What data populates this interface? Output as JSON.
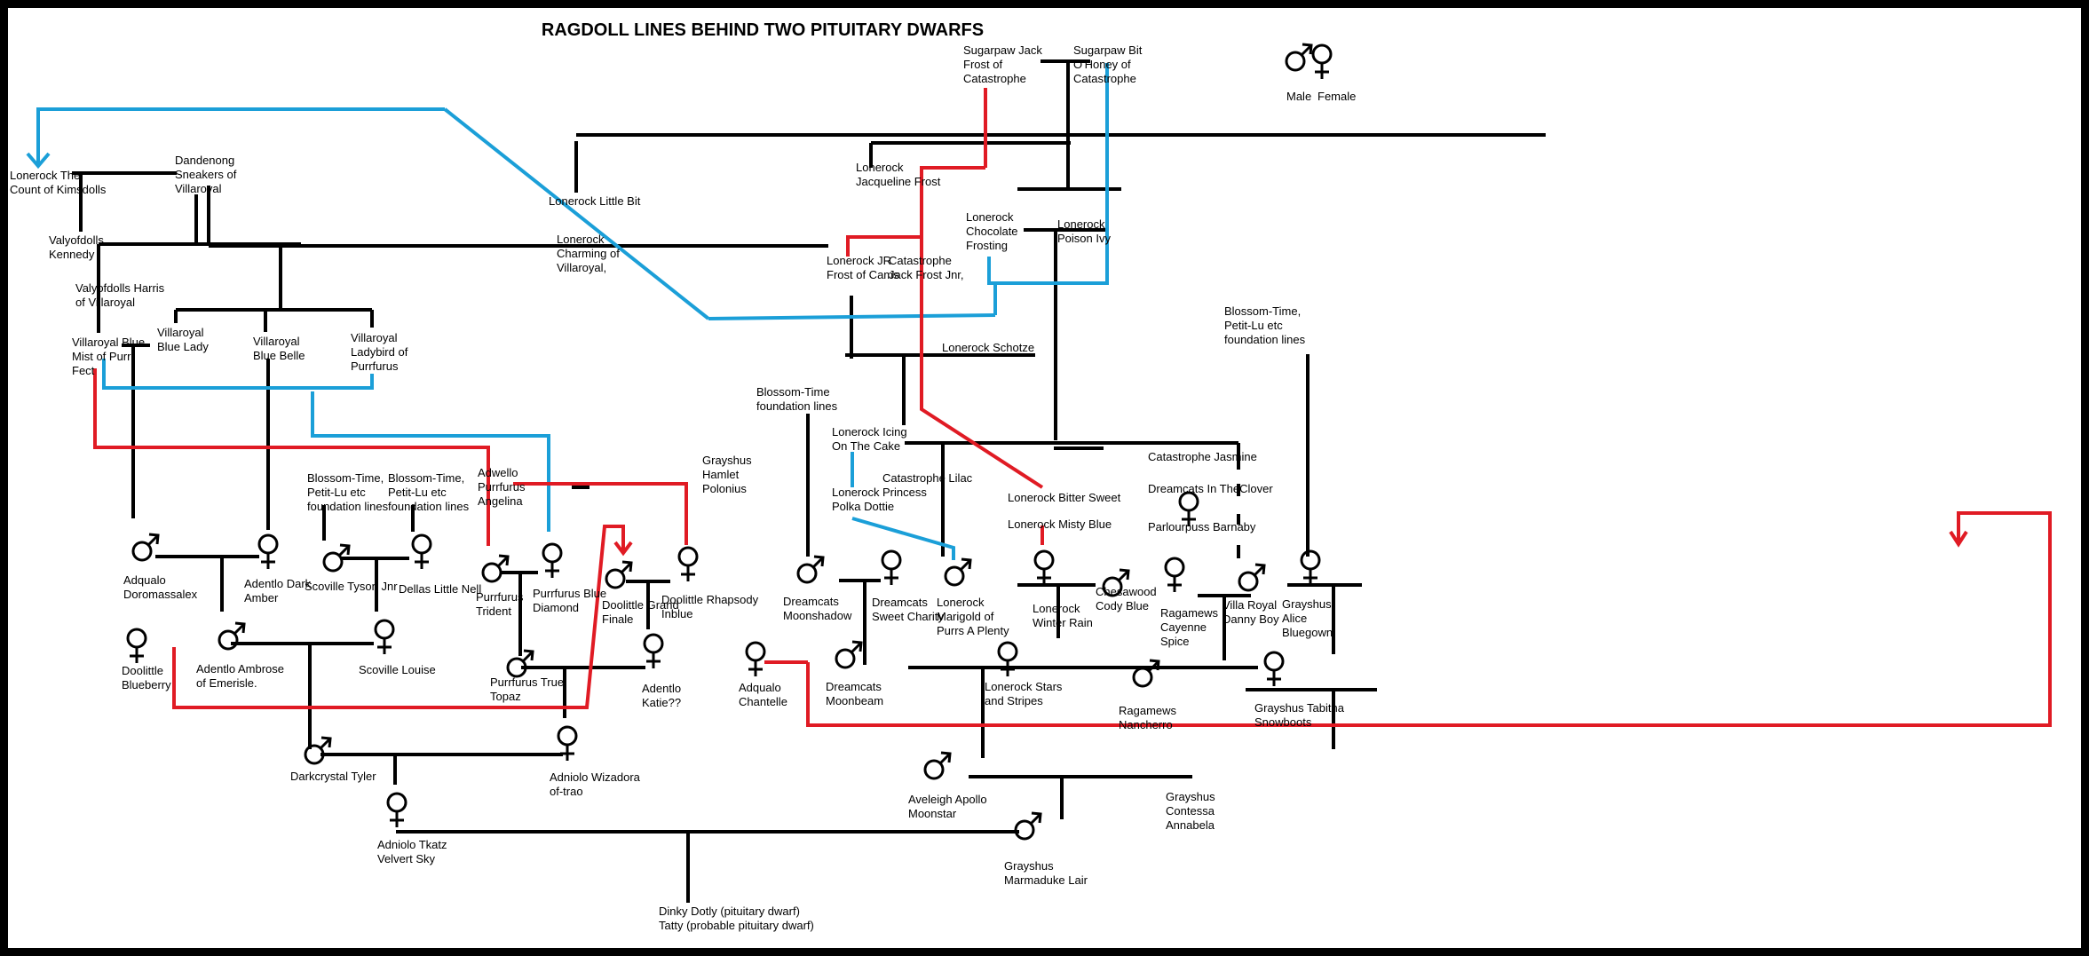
{
  "title": "RAGDOLL LINES BEHIND TWO PITUITARY DWARFS",
  "legend": {
    "male": "Male",
    "female": "Female"
  },
  "colors": {
    "black": "#000000",
    "red": "#e01b24",
    "blue": "#1b9fd8"
  },
  "labels": {
    "lonerock_count": "Lonerock The\nCount of Kimsdolls",
    "dandenong": "Dandenong\nSneakers of\nVillaroyal",
    "valyofdolls_kennedy": "Valyofdolls\nKennedy",
    "valyofdolls_harris": "Valyofdolls Harris\nof Villaroyal",
    "villaroyal_blue_mist": "Villaroyal Blue\nMist of Purr-\nFect",
    "villaroyal_blue_lady": "Villaroyal\nBlue Lady",
    "villaroyal_blue_belle": "Villaroyal\nBlue Belle",
    "villaroyal_ladybird": "Villaroyal\nLadybird of\nPurrfurus",
    "lonerock_little_bit": "Lonerock Little Bit",
    "lonerock_charming": "Lonerock\nCharming of\nVillaroyal,",
    "sugarpaw_jack": "Sugarpaw Jack\nFrost of\nCatastrophe",
    "sugarpaw_bit": "Sugarpaw Bit\nO'Honey of\nCatastrophe",
    "lonerock_jacqueline": "Lonerock\nJacqueline Frost",
    "lonerock_chocolate": "Lonerock\nChocolate\nFrosting",
    "lonerock_poison": "Lonerock\nPoison Ivy",
    "lonerock_jr": "Lonerock JR\nFrost of Cams",
    "catastrophe_jack_jnr": "Catastrophe\nJack Frost Jnr,",
    "lonerock_schotze": "Lonerock Schotze",
    "blossom_right": "Blossom-Time,\nPetit-Lu etc\nfoundation lines",
    "blossom_foundation": "Blossom-Time\nfoundation lines",
    "lonerock_icing": "Lonerock Icing\nOn The Cake",
    "catastrophe_lilac": "Catastrophe Lilac\nPrincess",
    "lonerock_polka": "Lonerock\nPolka Dottie",
    "lonerock_bitter": "Lonerock Bitter Sweet",
    "lonerock_misty": "Lonerock Misty Blue",
    "catastrophe_jasmine": "Catastrophe Jasmine",
    "dreamcats_clover": "Dreamcats In TheClover",
    "parlourpuss": "Parlourpuss Barnaby",
    "grayshus_hamlet": "Grayshus\nHamlet\nPolonius",
    "adwello_angelina": "Adwello\nPurrfurus\nAngelina",
    "blossom_mid1": "Blossom-Time,\nPetit-Lu etc\nfoundation lines",
    "blossom_mid2": "Blossom-Time,\nPetit-Lu etc\nfoundation lines",
    "adqualo_doromassalex": "Adqualo\nDoromassalex",
    "adentlo_dark_amber": "Adentlo Dark\nAmber",
    "scoville_tyson": "Scoville Tyson Jnr",
    "dellas_little_nell": "Dellas Little Nell",
    "purrfurus_trident": "Purrfurus\nTrident",
    "purrfurus_blue_diamond": "Purrfurus Blue\nDiamond",
    "doolittle_grand": "Doolittle Grand\nFinale",
    "doolittle_rhapsody": "Doolittle Rhapsody\nInblue",
    "doolittle_blueberry": "Doolittle\nBlueberry",
    "adentlo_ambrose": "Adentlo Ambrose\nof Emerisle.",
    "scoville_louise": "Scoville Louise",
    "purrfurus_topaz": "Purrfurus True\nTopaz",
    "adentlo_katie": "Adentlo\nKatie??",
    "darkcrystal_tyler": "Darkcrystal Tyler",
    "adniolo_wizadora": "Adniolo Wizadora\nof-trao",
    "adniolo_tkatz": "Adniolo Tkatz\nVelvert Sky",
    "dinky_dotly": "Dinky Dotly (pituitary dwarf)\nTatty (probable pituitary dwarf)",
    "dreamcats_moonshadow": "Dreamcats\nMoonshadow",
    "dreamcats_sweet_charity": "Dreamcats\nSweet Charity",
    "lonerock_marigold": "Lonerock\nMarigold of\nPurrs A Plenty",
    "lonerock_winter_rain": "Lonerock\nWinter Rain",
    "adqualo_chantelle": "Adqualo\nChantelle",
    "dreamcats_moonbeam": "Dreamcats\nMoonbeam",
    "lonerock_stars": "Lonerock Stars\nand Stripes",
    "chesawood_cody": "Chesawood\nCody Blue",
    "ragamews_cayenne": "Ragamews\nCayenne\nSpice",
    "villa_royal_danny": "Villa Royal\nDanny Boy",
    "grayshus_alice": "Grayshus\nAlice\nBluegown",
    "ragamews_nancherro": "Ragamews\nNancherro",
    "grayshus_tabitha": "Grayshus Tabitha\nSnowboots",
    "aveleigh_apollo": "Aveleigh Apollo\nMoonstar",
    "grayshus_contessa": "Grayshus\nContessa\nAnnabela",
    "grayshus_marmaduke": "Grayshus\nMarmaduke Lair"
  }
}
